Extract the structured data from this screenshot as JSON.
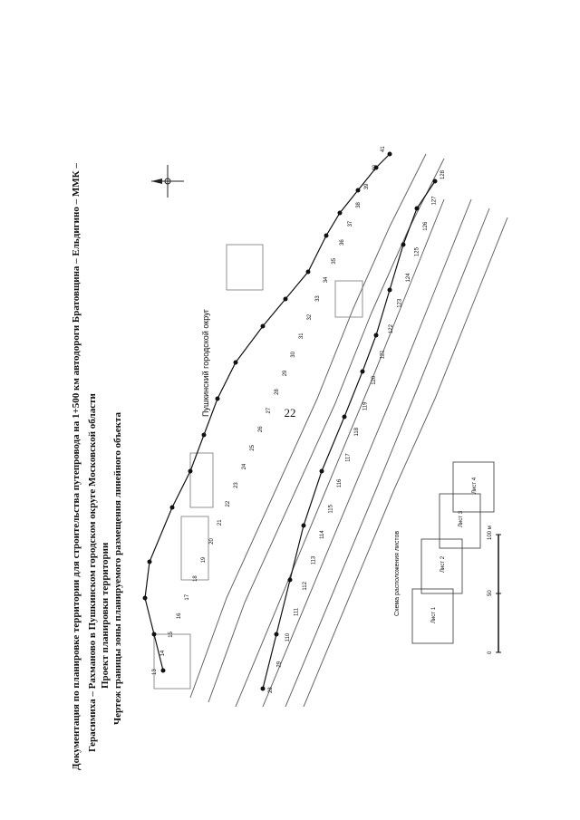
{
  "page_number": "22",
  "title_lines": [
    "Документация по планировке территории для строительства путепровода на 1+500 км автодороги Братовщина – Ельдигино – ММК –",
    "Герасимиха – Рахманово в Пушкинском городском округе Московской области",
    "Проект планировки территории",
    "Чертеж границы зоны планируемого размещения линейного объекта"
  ],
  "district_label": "Пушкинский городской округ",
  "sheet_scheme": {
    "title": "Схема расположения листов",
    "sheets": [
      "Лист 1",
      "Лист 2",
      "Лист 3",
      "Лист 4"
    ]
  },
  "scale_bar": {
    "labels": [
      "0",
      "50",
      "100 м"
    ]
  },
  "point_labels_top": [
    "13",
    "14",
    "15",
    "16",
    "17",
    "18",
    "19",
    "20",
    "21",
    "22",
    "23",
    "24",
    "25",
    "26",
    "27",
    "28",
    "29",
    "30",
    "31",
    "32",
    "33",
    "34",
    "35",
    "36",
    "37",
    "38",
    "39",
    "40",
    "41"
  ],
  "point_labels_bottom": [
    "28",
    "29",
    "110",
    "111",
    "112",
    "113",
    "114",
    "115",
    "116",
    "117",
    "118",
    "119",
    "120",
    "121",
    "122",
    "123",
    "124",
    "125",
    "126",
    "127",
    "128"
  ],
  "colors": {
    "line": "#111111",
    "road": "#555555",
    "ink": "#111111"
  }
}
